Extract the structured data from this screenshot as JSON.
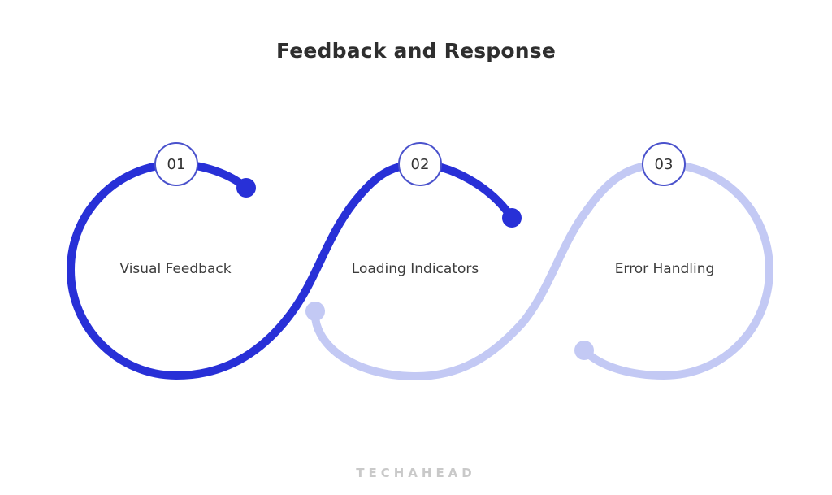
{
  "title": "Feedback and Response",
  "steps": [
    {
      "number": "01",
      "label": "Visual Feedback"
    },
    {
      "number": "02",
      "label": "Loading Indicators"
    },
    {
      "number": "03",
      "label": "Error Handling"
    }
  ],
  "footer": {
    "brand": "TECHAHEAD"
  },
  "colors": {
    "curve_primary": "#2830d7",
    "curve_secondary": "#c3c9f4",
    "circle_border": "#4a52cc",
    "title_text": "#2e2e2e",
    "label_text": "#3c3c3c",
    "brand_text": "#c9c9c9",
    "background": "#ffffff"
  }
}
